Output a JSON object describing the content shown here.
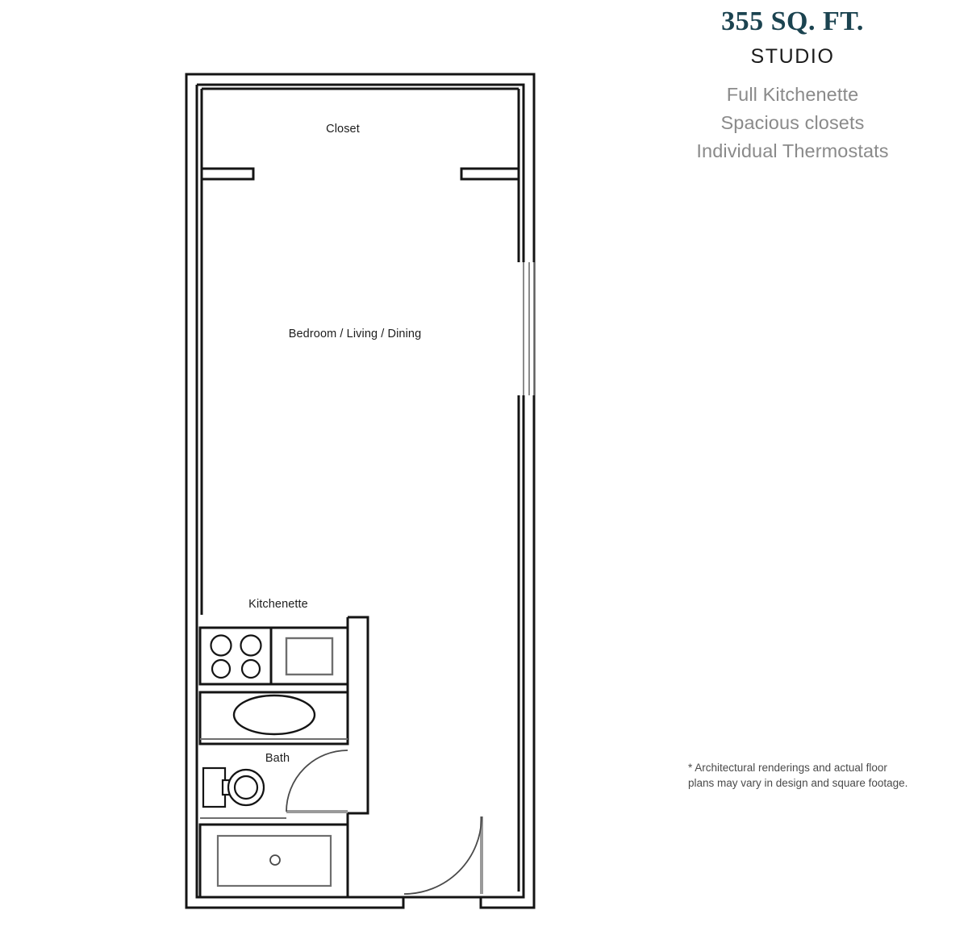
{
  "info": {
    "sqft_title": "355 SQ. FT.",
    "unit_type": "STUDIO",
    "features": [
      "Full Kitchenette",
      "Spacious closets",
      "Individual Thermostats"
    ],
    "disclaimer_line1": "* Architectural renderings and actual floor",
    "disclaimer_line2": "plans may vary in design and square footage.",
    "accent_color": "#1b4350",
    "feature_color": "#8a8a8a",
    "text_color": "#1b1b1b"
  },
  "floorplan": {
    "wall_color": "#141414",
    "thin_line_color": "#6e6e6e",
    "fill_color": "#ffffff",
    "rooms": [
      {
        "id": "closet",
        "label": "Closet"
      },
      {
        "id": "main",
        "label": "Bedroom / Living / Dining"
      },
      {
        "id": "kitchenette",
        "label": "Kitchenette"
      },
      {
        "id": "bath",
        "label": "Bath"
      }
    ],
    "fixtures": [
      "stove-four-burner",
      "sink-basin",
      "vanity-oval-sink",
      "toilet",
      "shower-pan-with-drain"
    ],
    "openings": [
      "closet-opening",
      "window-right-wall",
      "bath-swing-door",
      "entry-swing-door"
    ]
  }
}
